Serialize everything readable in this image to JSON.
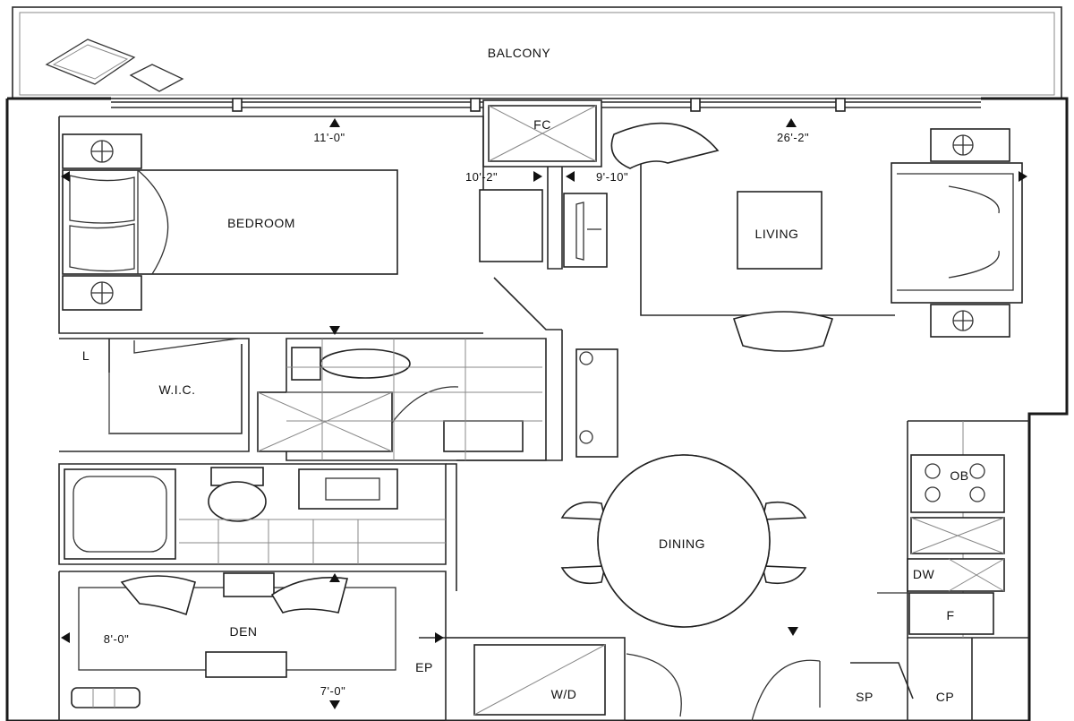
{
  "rooms": {
    "balcony": "BALCONY",
    "bedroom": "BEDROOM",
    "living": "LIVING",
    "wic": "W.I.C.",
    "dining": "DINING",
    "den": "DEN"
  },
  "fixtures": {
    "fc": "FC",
    "l": "L",
    "ob": "OB",
    "dw": "DW",
    "f": "F",
    "ep": "EP",
    "wd": "W/D",
    "sp": "SP",
    "cp": "CP"
  },
  "dimensions": {
    "bedroom_width": "11'-0\"",
    "living_width": "26'-2\"",
    "bedroom_depth": "10'-2\"",
    "living_depth": "9'-10\"",
    "den_depth": "8'-0\"",
    "den_width": "7'-0\""
  }
}
